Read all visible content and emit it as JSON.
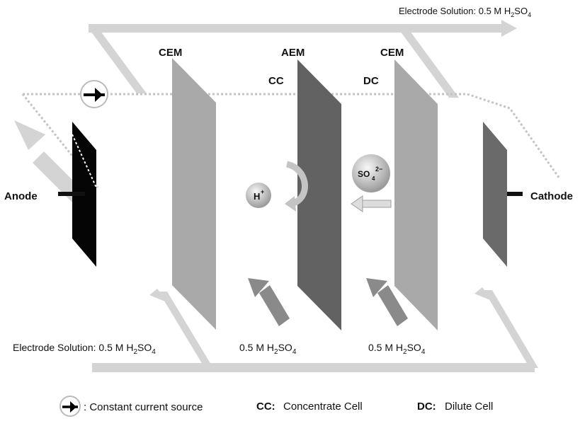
{
  "labels": {
    "top_solution": {
      "prefix": "Electrode Solution:",
      "value": "0.5 M H",
      "sub1": "2",
      "mid": "SO",
      "sub2": "4"
    },
    "bottom_solution": {
      "prefix": "Electrode Solution:",
      "value": "0.5 M H",
      "sub1": "2",
      "mid": "SO",
      "sub2": "4"
    },
    "cc_feed": {
      "value": "0.5 M H",
      "sub1": "2",
      "mid": "SO",
      "sub2": "4"
    },
    "dc_feed": {
      "value": "0.5 M H",
      "sub1": "2",
      "mid": "SO",
      "sub2": "4"
    },
    "membrane_1": "CEM",
    "membrane_2": "AEM",
    "membrane_3": "CEM",
    "cell_cc": "CC",
    "cell_dc": "DC",
    "anode": "Anode",
    "cathode": "Cathode",
    "ion_h": {
      "base": "H",
      "sup": "+"
    },
    "ion_so4": {
      "base": "SO",
      "sub": "4",
      "sup": "2−"
    }
  },
  "legend": {
    "source": ": Constant current source",
    "cc_key": "CC:",
    "cc_text": "Concentrate Cell",
    "dc_key": "DC:",
    "dc_text": "Dilute Cell"
  },
  "colors": {
    "pipe": "#d4d4d4",
    "cem": "#a9a9a9",
    "aem": "#626262",
    "cathode_plate": "#6a6a6a",
    "anode_plate": "#050505",
    "feed_arrow": "#8a8a8a",
    "circuit": "#c4c4c4"
  }
}
